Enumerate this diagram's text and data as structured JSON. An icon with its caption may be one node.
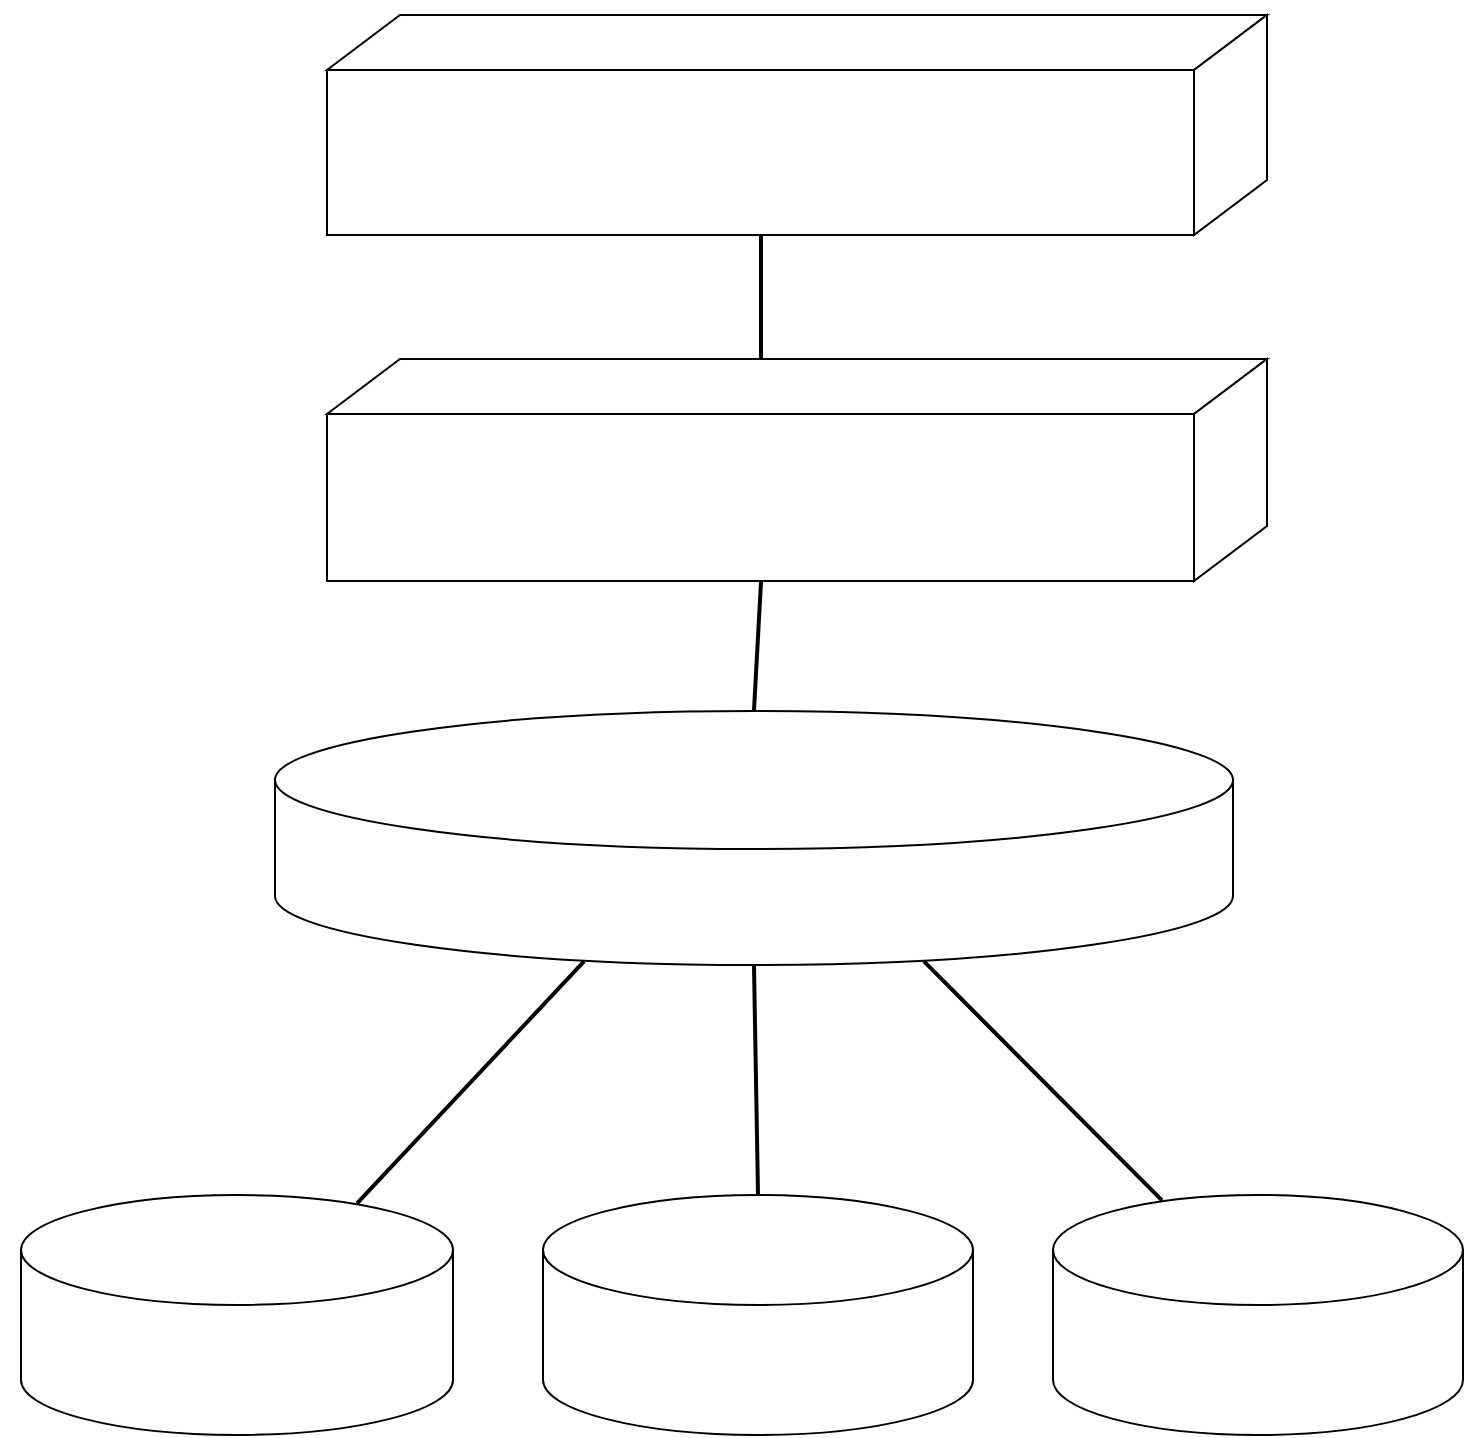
{
  "diagram": {
    "nodes": [
      {
        "text": [],
        "shape": "box"
      },
      {
        "text": [],
        "shape": "box"
      },
      {
        "text": [],
        "shape": "cylinder"
      },
      {
        "text": [],
        "shape": "cylinder"
      },
      {
        "text": [],
        "shape": "cylinder"
      },
      {
        "text": [],
        "shape": "cylinder"
      }
    ],
    "edges": [
      {
        "from": 0,
        "to": 1,
        "arrow": "none"
      },
      {
        "from": 1,
        "to": 2,
        "arrow": "none"
      },
      {
        "from": 2,
        "to": 3,
        "arrow": "none"
      },
      {
        "from": 2,
        "to": 4,
        "arrow": "none"
      },
      {
        "from": 2,
        "to": 5,
        "arrow": "none"
      }
    ]
  }
}
